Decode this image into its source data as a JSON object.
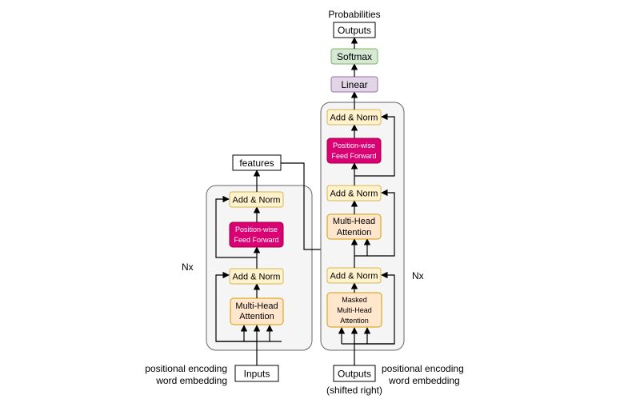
{
  "encoder": {
    "inputs_label": "Inputs",
    "input_caption_line1": "positional encoding",
    "input_caption_line2": "word embedding",
    "mha_line1": "Multi-Head",
    "mha_line2": "Attention",
    "addnorm1": "Add & Norm",
    "ffn_line1": "Position-wise",
    "ffn_line2": "Feed Forward",
    "addnorm2": "Add & Norm",
    "features_label": "features",
    "repeat_label": "Nx"
  },
  "decoder": {
    "outputs_label": "Outputs",
    "shifted_caption": "(shifted right)",
    "input_caption_line1": "positional encoding",
    "input_caption_line2": "word embedding",
    "masked_line1": "Masked",
    "masked_line2": "Multi-Head",
    "masked_line3": "Attention",
    "addnorm1": "Add & Norm",
    "mha_line1": "Multi-Head",
    "mha_line2": "Attention",
    "addnorm2": "Add & Norm",
    "ffn_line1": "Position-wise",
    "ffn_line2": "Feed Forward",
    "addnorm3": "Add & Norm",
    "repeat_label": "Nx"
  },
  "head": {
    "linear_label": "Linear",
    "softmax_label": "Softmax",
    "outputs_label": "Outputs",
    "probabilities_label": "Probabilities"
  },
  "colors": {
    "addnorm_fill": "#fff2cc",
    "addnorm_stroke": "#d6b656",
    "attention_fill": "#ffe6cc",
    "attention_stroke": "#d79b00",
    "ffn_fill": "#d80073",
    "ffn_stroke": "#a50040",
    "linear_fill": "#e1d5e7",
    "linear_stroke": "#9673a6",
    "softmax_fill": "#d5e8d4",
    "softmax_stroke": "#82b366",
    "stack_fill": "#f5f5f5",
    "stack_stroke": "#666666"
  }
}
